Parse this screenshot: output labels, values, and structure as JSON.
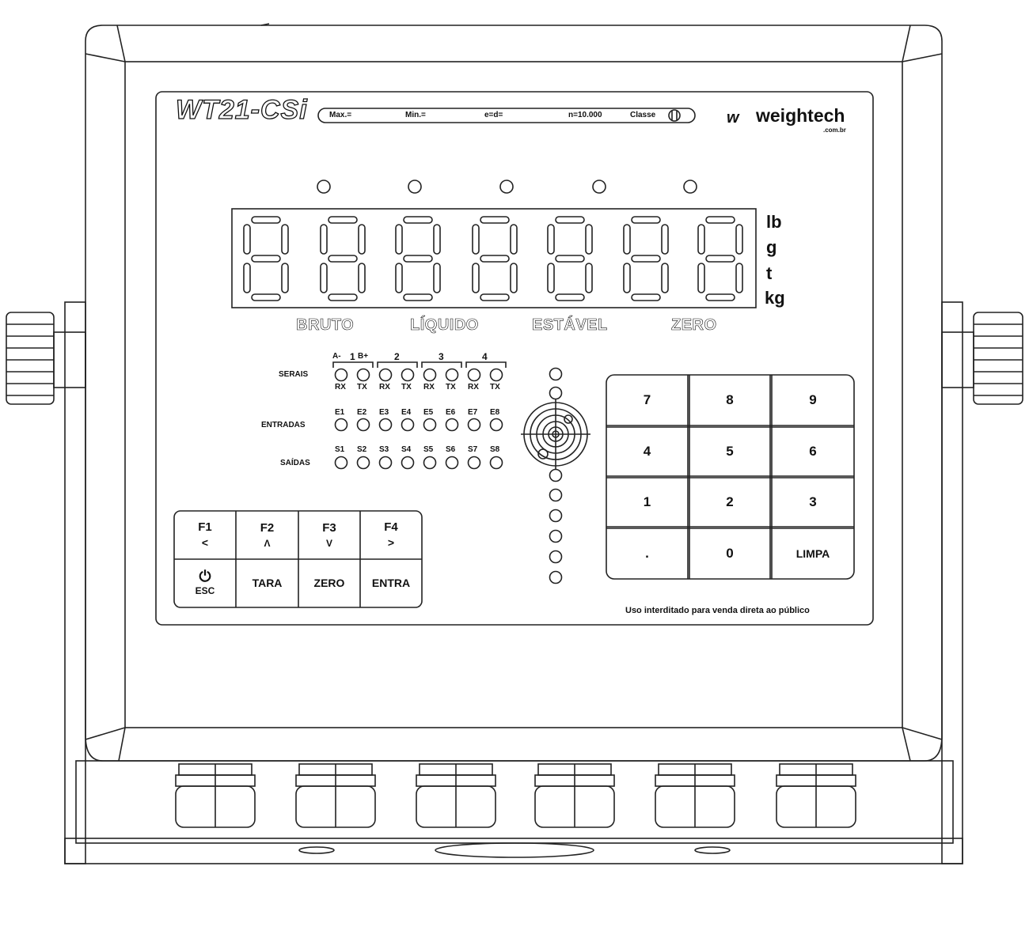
{
  "model_name": "WT21-CSi",
  "spec_plate": {
    "max": "Max.=",
    "min": "Min.=",
    "e_d": "e=d=",
    "n": "n=10.000",
    "classe": "Classe"
  },
  "brand": {
    "name": "weightech",
    "domain": ".com.br"
  },
  "units": [
    "lb",
    "g",
    "t",
    "kg"
  ],
  "indicators": [
    "BRUTO",
    "LÍQUIDO",
    "ESTÁVEL",
    "ZERO"
  ],
  "serial": {
    "row_label": "SERAIS",
    "groups": [
      "1",
      "2",
      "3",
      "4"
    ],
    "polarity_a": "A-",
    "polarity_b": "B+",
    "rxtx": [
      "RX",
      "TX",
      "RX",
      "TX",
      "RX",
      "TX",
      "RX",
      "TX"
    ]
  },
  "inputs": {
    "row_label": "ENTRADAS",
    "labels": [
      "E1",
      "E2",
      "E3",
      "E4",
      "E5",
      "E6",
      "E7",
      "E8"
    ]
  },
  "outputs": {
    "row_label": "SAÍDAS",
    "labels": [
      "S1",
      "S2",
      "S3",
      "S4",
      "S5",
      "S6",
      "S7",
      "S8"
    ]
  },
  "function_keys": [
    {
      "label": "F1",
      "symbol": "<"
    },
    {
      "label": "F2",
      "symbol": "Λ"
    },
    {
      "label": "F3",
      "symbol": "V"
    },
    {
      "label": "F4",
      "symbol": ">"
    }
  ],
  "action_keys": {
    "esc": "ESC",
    "tara": "TARA",
    "zero": "ZERO",
    "entra": "ENTRA"
  },
  "numpad": [
    "7",
    "8",
    "9",
    "4",
    "5",
    "6",
    "1",
    "2",
    "3",
    ".",
    "0",
    "LIMPA"
  ],
  "notice": "Uso interditado para venda direta ao público"
}
